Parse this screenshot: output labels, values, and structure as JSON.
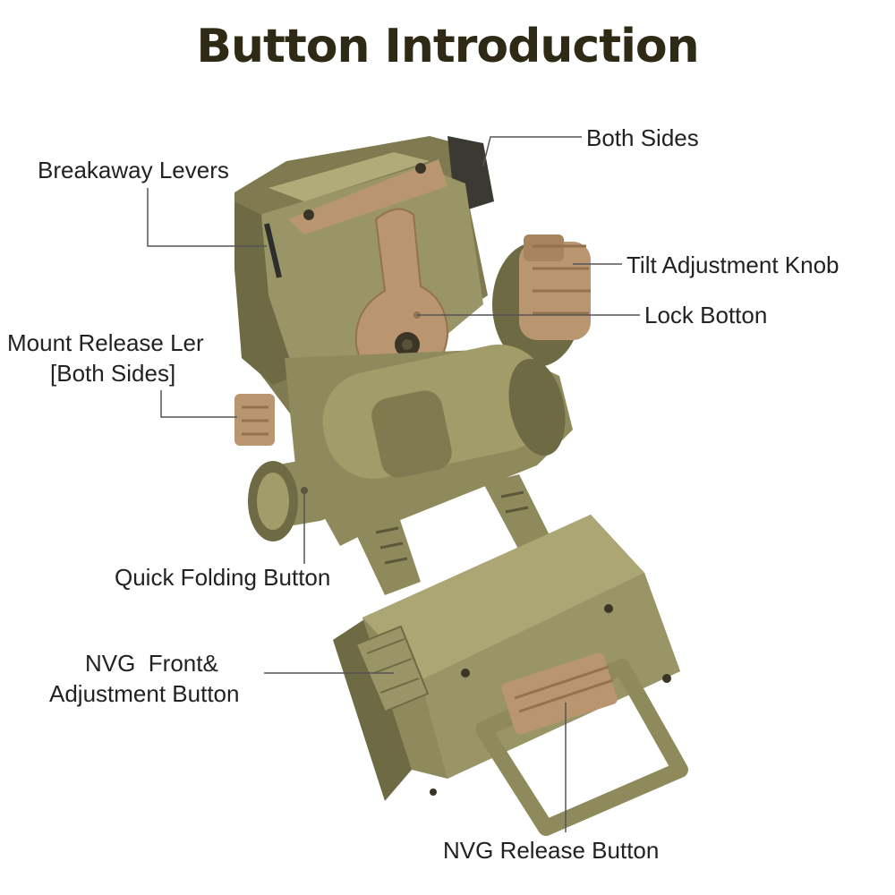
{
  "title": "Button Introduction",
  "labels": {
    "both_sides": "Both Sides",
    "breakaway_levers": "Breakaway Levers",
    "tilt_knob": "Tilt Adjustment Knob",
    "lock_button": "Lock Botton",
    "mount_release_1": "Mount Release Ler",
    "mount_release_2": "[Both Sides]",
    "quick_folding": "Quick Folding Button",
    "nvg_front_1": "NVG  Front&",
    "nvg_front_2": "Adjustment Button",
    "nvg_release": "NVG Release Button"
  },
  "colors": {
    "body": "#8f8a5c",
    "body_dark": "#6e6a44",
    "body_light": "#aba673",
    "tan": "#b99670",
    "tan_dark": "#94724f",
    "leader": "#555555",
    "title": "#2f2a16"
  }
}
